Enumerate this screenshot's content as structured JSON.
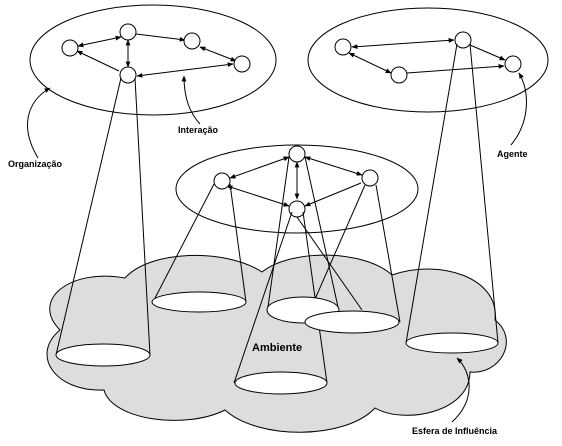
{
  "labels": {
    "organizacao": "Organização",
    "interacao": "Interação",
    "agente": "Agente",
    "ambiente": "Ambiente",
    "esfera": "Esfera de Influência"
  },
  "colors": {
    "cloud_fill": "#dddddd",
    "stroke": "#000000",
    "background": "#ffffff"
  }
}
